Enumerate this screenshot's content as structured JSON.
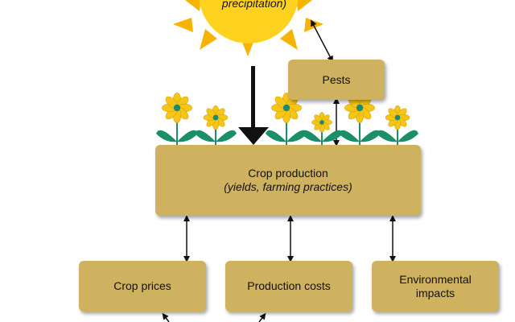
{
  "sun": {
    "text": "precipitation)"
  },
  "nodes": {
    "pests": {
      "label": "Pests"
    },
    "crop_production": {
      "label": "Crop production",
      "sub": "(yields, farming practices)"
    },
    "crop_prices": {
      "label": "Crop prices"
    },
    "production_costs": {
      "label": "Production costs"
    },
    "environmental_impacts": {
      "line1": "Environmental",
      "line2": "impacts"
    }
  },
  "colors": {
    "box": "#cfb25f",
    "sun_core": "#ffd21f",
    "sun_rays": "#f6b300",
    "petal": "#f5c518",
    "flower_center": "#1c8a6e",
    "leaf": "#1a8f6a",
    "arrow": "#111111"
  }
}
